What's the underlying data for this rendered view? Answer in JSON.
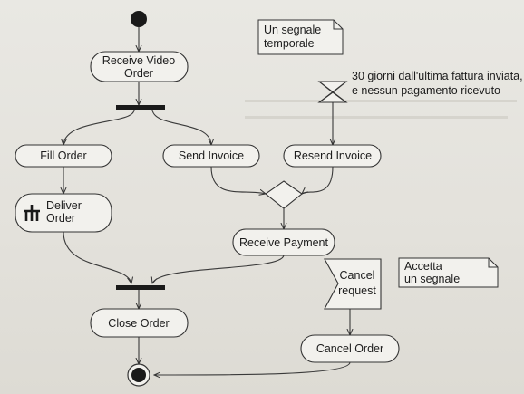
{
  "diagram": {
    "actions": {
      "receive_video_order": [
        "Receive Video",
        "Order"
      ],
      "fill_order": "Fill Order",
      "send_invoice": "Send Invoice",
      "resend_invoice": "Resend Invoice",
      "deliver_order": [
        "Deliver",
        "Order"
      ],
      "receive_payment": "Receive Payment",
      "close_order": "Close Order",
      "cancel_order": "Cancel Order"
    },
    "cancel_request": [
      "Cancel",
      "request"
    ],
    "time_event_label": [
      "30 giorni dall'ultima fattura inviata,",
      "e nessun pagamento ricevuto"
    ],
    "notes": {
      "time_signal": [
        "Un segnale",
        "temporale"
      ],
      "accept_signal": [
        "Accetta",
        "un segnale"
      ]
    }
  }
}
